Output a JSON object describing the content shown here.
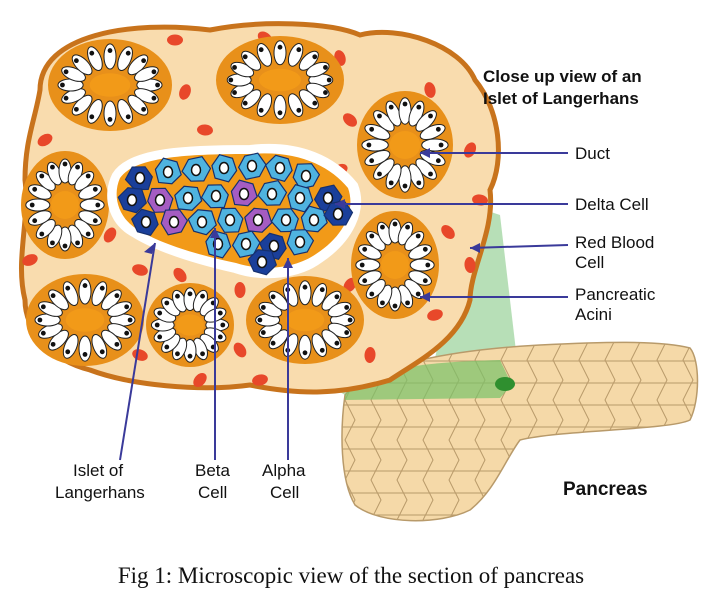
{
  "diagram": {
    "heading": [
      "Close up view of an",
      "Islet of Langerhans"
    ],
    "labels": {
      "duct": "Duct",
      "delta_cell": "Delta Cell",
      "red_blood_cell": [
        "Red Blood",
        "Cell"
      ],
      "pancreatic_acini": [
        "Pancreatic",
        "Acini"
      ],
      "islet": [
        "Islet of",
        "Langerhans"
      ],
      "beta_cell": [
        "Beta",
        "Cell"
      ],
      "alpha_cell": [
        "Alpha",
        "Cell"
      ],
      "pancreas": "Pancreas"
    },
    "caption": "Fig 1: Microscopic view of the section of pancreas"
  },
  "colors": {
    "tissue_fill": "#f9dcae",
    "tissue_border": "#c8731c",
    "acinus_ring": "#e8901a",
    "acinus_center": "#f29a18",
    "red_blood_cell": "#e8482a",
    "beta_cell": "#4fb3e0",
    "alpha_cell": "#1a3f9a",
    "delta_cell": "#a55cc2",
    "arrow": "#3a3a9a",
    "pancreas_fill": "#f5d9a8",
    "pancreas_lines": "#b89a6a",
    "highlight_green": "#6fb36f"
  }
}
